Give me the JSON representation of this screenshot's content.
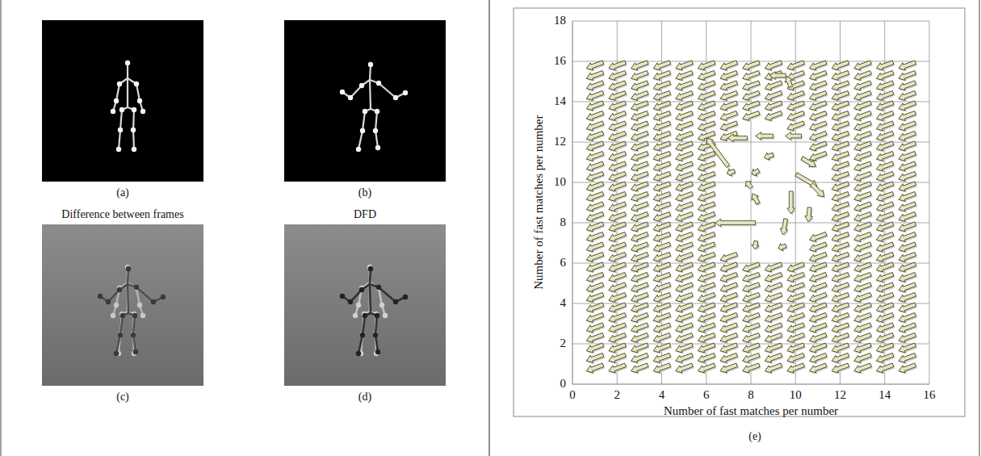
{
  "diagram": {
    "labels": [
      "(a)",
      "(b)",
      "Difference between frames",
      "DFD",
      "(c)",
      "(d)",
      "18",
      "16",
      "14",
      "12",
      "10",
      "8",
      "6",
      "4",
      "2",
      "0",
      "Number of fast matches per number",
      "0",
      "2",
      "4",
      "6",
      "8",
      "10",
      "12",
      "14",
      "16",
      "Number of fast matches per number",
      "(e)"
    ]
  }
}
